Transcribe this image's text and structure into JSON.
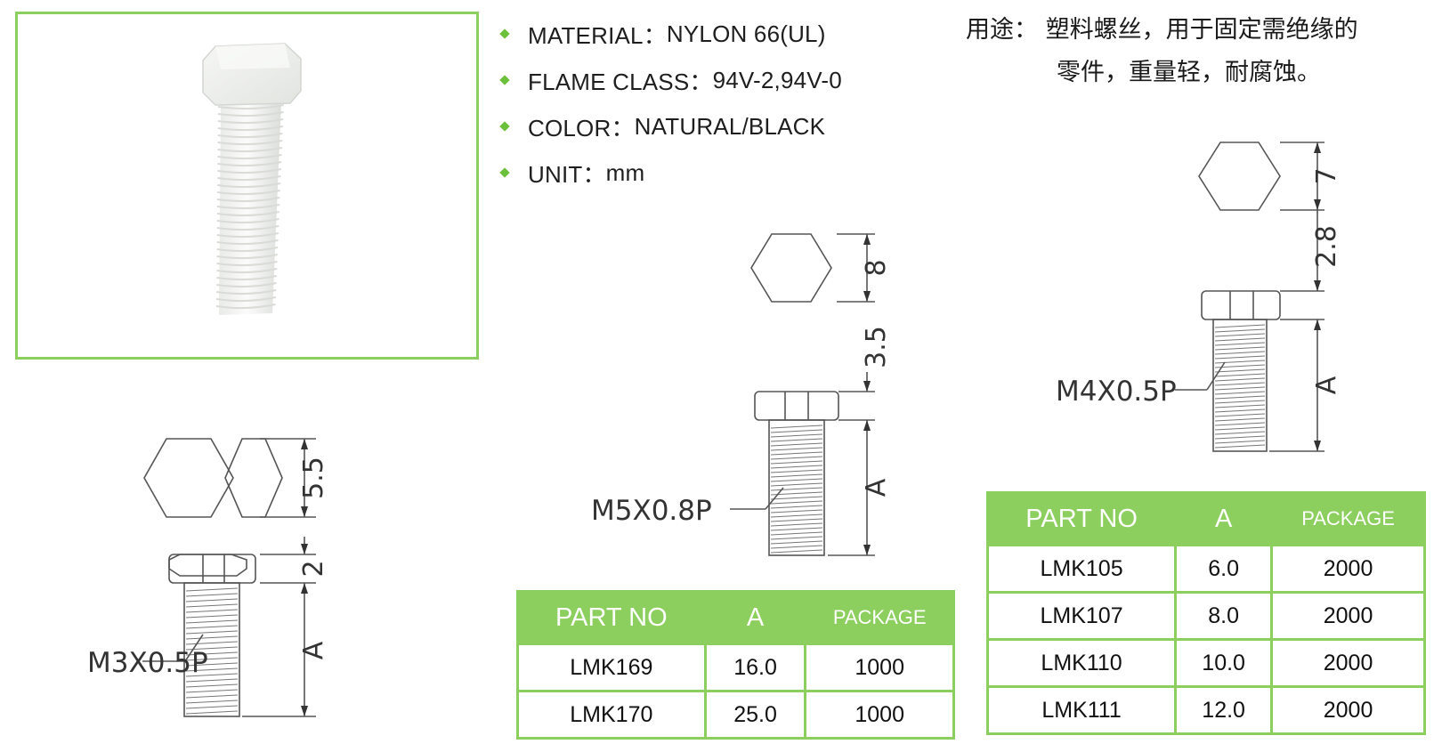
{
  "specs": [
    {
      "label": "MATERIAL：",
      "value": "NYLON 66(UL)"
    },
    {
      "label": "FLAME CLASS：",
      "value": "94V-2,94V-0"
    },
    {
      "label": "COLOR：",
      "value": "NATURAL/BLACK"
    },
    {
      "label": "UNIT：",
      "value": "mm"
    }
  ],
  "usage": {
    "line1": "用途：  塑料螺丝，用于固定需绝缘的",
    "line2": "零件，重量轻，耐腐蚀。"
  },
  "colors": {
    "accent": "#8ccf5e",
    "bullet": "#6cbf3b"
  },
  "drawings": {
    "m3": {
      "head_width": "5.5",
      "head_height": "2",
      "length": "A",
      "thread": "M3X0.5P"
    },
    "m5": {
      "head_width": "8",
      "head_height": "3.5",
      "length": "A",
      "thread": "M5X0.8P"
    },
    "m4": {
      "head_width": "7",
      "head_height": "2.8",
      "length": "A",
      "thread": "M4X0.5P"
    }
  },
  "table1": {
    "headers": [
      "PART NO",
      "A",
      "PACKAGE"
    ],
    "rows": [
      [
        "LMK169",
        "16.0",
        "1000"
      ],
      [
        "LMK170",
        "25.0",
        "1000"
      ]
    ]
  },
  "table2": {
    "headers": [
      "PART NO",
      "A",
      "PACKAGE"
    ],
    "rows": [
      [
        "LMK105",
        "6.0",
        "2000"
      ],
      [
        "LMK107",
        "8.0",
        "2000"
      ],
      [
        "LMK110",
        "10.0",
        "2000"
      ],
      [
        "LMK111",
        "12.0",
        "2000"
      ]
    ]
  }
}
